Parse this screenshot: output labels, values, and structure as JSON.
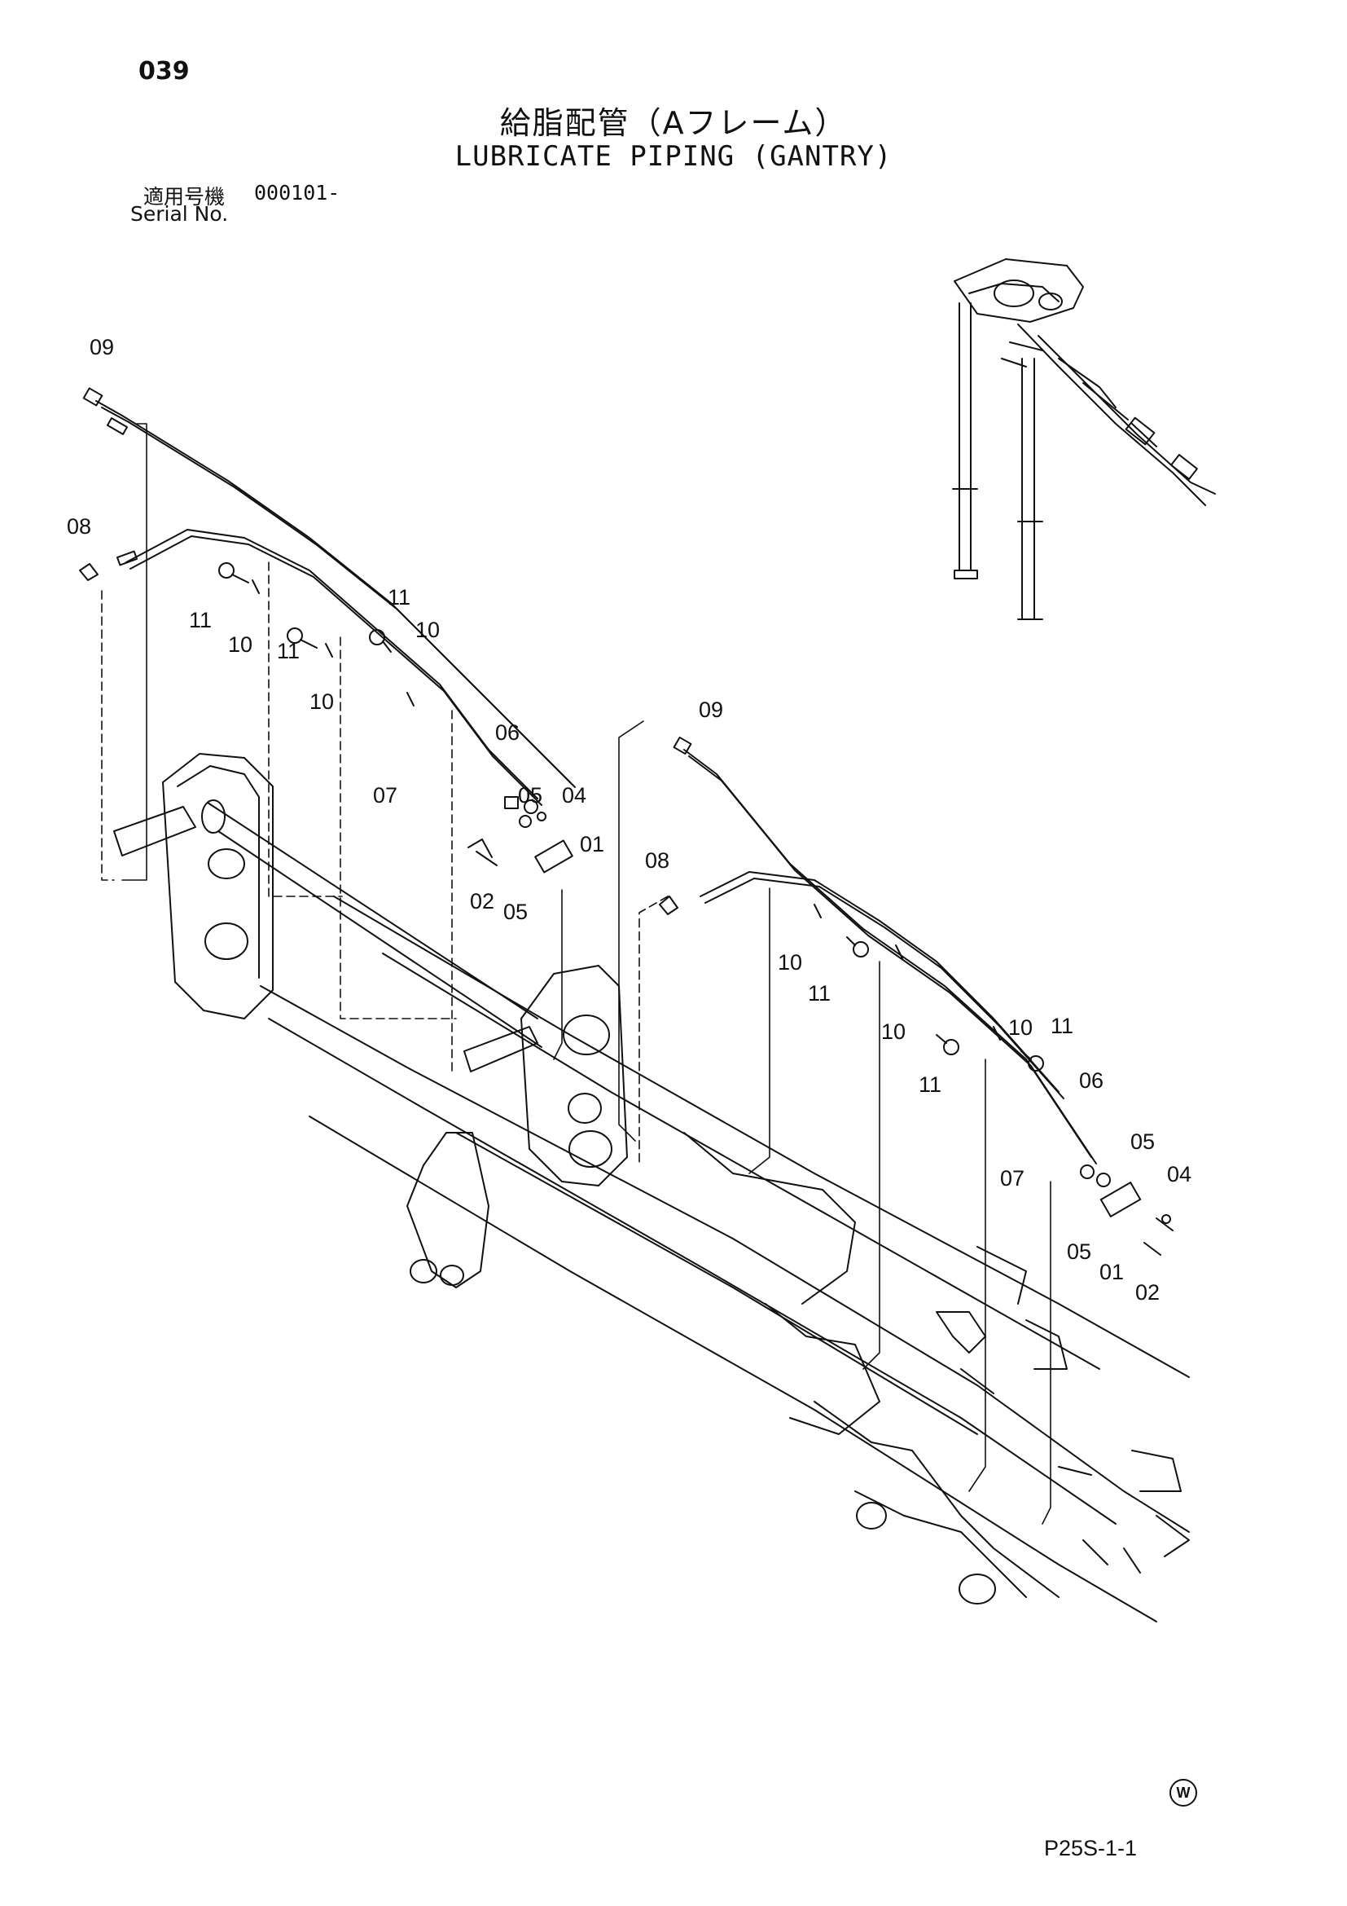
{
  "header": {
    "page_number": "039",
    "title_jp": "給脂配管（Aフレーム）",
    "title_en": "LUBRICATE PIPING (GANTRY)",
    "serial_label_jp": "適用号機",
    "serial_value": "000101-",
    "serial_label_en": "Serial No."
  },
  "callouts_upper_left": [
    "09",
    "08",
    "11",
    "10",
    "11",
    "10",
    "11",
    "10",
    "06",
    "07",
    "05",
    "04",
    "01",
    "02",
    "05"
  ],
  "callouts_lower_right": [
    "09",
    "08",
    "10",
    "11",
    "10",
    "11",
    "10",
    "11",
    "06",
    "07",
    "05",
    "04",
    "05",
    "01",
    "02"
  ],
  "footer": {
    "watermark_symbol": "W",
    "reference_code": "P25S-1-1"
  }
}
